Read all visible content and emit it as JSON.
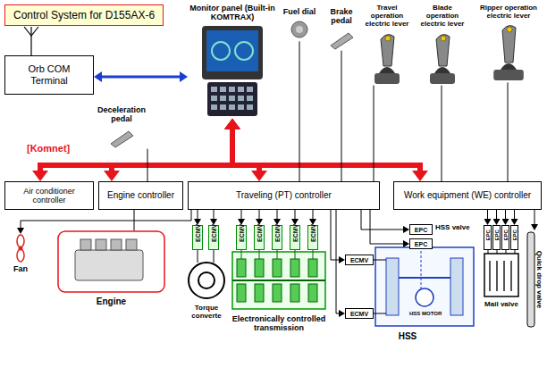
{
  "diagram": {
    "title": "Control System for D155AX-6",
    "nodes": [
      {
        "text": [
          "Orb COM Terminal"
        ]
      },
      {
        "text": [
          "Monitor panel (Built-in KOMTRAX)"
        ]
      },
      {
        "text": [
          "Fuel dial"
        ]
      },
      {
        "text": [
          "Brake pedal"
        ]
      },
      {
        "text": [
          "Travel operation electric lever"
        ]
      },
      {
        "text": [
          "Blade operation electric lever"
        ]
      },
      {
        "text": [
          "Ripper operation electric lever"
        ]
      },
      {
        "text": [
          "Deceleration pedal"
        ]
      },
      {
        "text": [
          "Air conditioner controller"
        ]
      },
      {
        "text": [
          "Engine controller"
        ]
      },
      {
        "text": [
          "Traveling (PT) controller"
        ]
      },
      {
        "text": [
          "Work equipment (WE) controller"
        ]
      },
      {
        "text": [
          "Fan"
        ]
      },
      {
        "text": [
          "Engine"
        ]
      },
      {
        "text": [
          "Torque converte"
        ]
      },
      {
        "text": [
          "ECMV"
        ],
        "in": 14
      },
      {
        "text": [
          "ECMV"
        ],
        "in": 14
      },
      {
        "text": [
          "Electronically controlled transmission"
        ]
      },
      {
        "text": [
          "ECMV"
        ],
        "in": 17
      },
      {
        "text": [
          "ECMV"
        ],
        "in": 17
      },
      {
        "text": [
          "ECMV"
        ],
        "in": 17
      },
      {
        "text": [
          "ECMV"
        ],
        "in": 17
      },
      {
        "text": [
          "ECMV"
        ],
        "in": 17
      },
      {
        "text": [
          "HSS"
        ]
      },
      {
        "text": [
          "EPC"
        ],
        "in": 23
      },
      {
        "text": [
          "EPC"
        ],
        "in": 23
      },
      {
        "text": [
          "ECMV"
        ],
        "in": 23
      },
      {
        "text": [
          "ECMV"
        ],
        "in": 23
      },
      {
        "text": [
          "Mail valve"
        ]
      },
      {
        "text": [
          "EPC"
        ],
        "in": 28
      },
      {
        "text": [
          "EPC"
        ],
        "in": 28
      },
      {
        "text": [
          "EPC"
        ],
        "in": 28
      },
      {
        "text": [
          "EPC"
        ],
        "in": 28
      },
      {
        "text": [
          "Quick drop valve"
        ]
      }
    ],
    "edges": [
      {
        "from": 0,
        "to": 1,
        "arrow": "both"
      },
      {
        "from": 1,
        "to": 8,
        "arrow": "both"
      },
      {
        "from": 1,
        "to": 9,
        "arrow": "both"
      },
      {
        "from": 1,
        "to": 10,
        "arrow": "both"
      },
      {
        "from": 1,
        "to": 11,
        "arrow": "both"
      },
      {
        "from": 2,
        "to": 10,
        "arrow": "none"
      },
      {
        "from": 3,
        "to": 10,
        "arrow": "none"
      },
      {
        "from": 4,
        "to": 10,
        "arrow": "none"
      },
      {
        "from": 5,
        "to": 11,
        "arrow": "none"
      },
      {
        "from": 6,
        "to": 11,
        "arrow": "none"
      },
      {
        "from": 7,
        "to": 9,
        "arrow": "none"
      },
      {
        "from": 9,
        "to": 13,
        "arrow": "none"
      },
      {
        "from": 10,
        "to": 12,
        "arrow": "to"
      },
      {
        "from": 10,
        "to": 15,
        "arrow": "to"
      },
      {
        "from": 10,
        "to": 16,
        "arrow": "to"
      },
      {
        "from": 10,
        "to": 18,
        "arrow": "to"
      },
      {
        "from": 10,
        "to": 19,
        "arrow": "to"
      },
      {
        "from": 10,
        "to": 20,
        "arrow": "to"
      },
      {
        "from": 10,
        "to": 21,
        "arrow": "to"
      },
      {
        "from": 10,
        "to": 22,
        "arrow": "to"
      },
      {
        "from": 10,
        "to": 26,
        "arrow": "to"
      },
      {
        "from": 10,
        "to": 27,
        "arrow": "to"
      },
      {
        "from": 10,
        "to": 24,
        "arrow": "to"
      },
      {
        "from": 10,
        "to": 25,
        "arrow": "to"
      },
      {
        "from": 11,
        "to": 29,
        "arrow": "to"
      },
      {
        "from": 11,
        "to": 30,
        "arrow": "to"
      },
      {
        "from": 11,
        "to": 31,
        "arrow": "to"
      },
      {
        "from": 11,
        "to": 32,
        "arrow": "to"
      },
      {
        "from": 11,
        "to": 33,
        "arrow": "to"
      }
    ],
    "labels": [
      "[Komnet]",
      "HSS valve",
      "HSS MOTOR"
    ]
  }
}
